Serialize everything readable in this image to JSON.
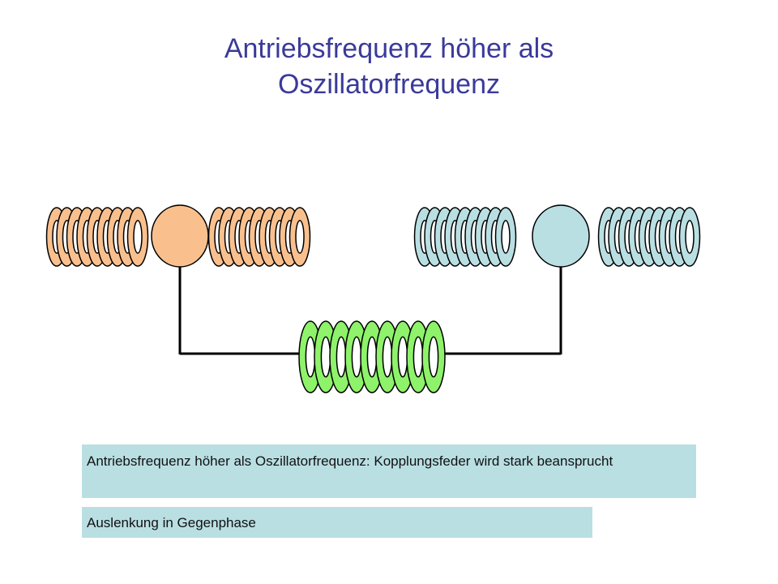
{
  "title": {
    "line1": "Antriebsfrequenz höher als",
    "line2": "Oszillatorfrequenz"
  },
  "notes": {
    "coupling": "Antriebsfrequenz höher als Oszillatorfrequenz: Kopplungsfeder wird stark beansprucht",
    "phase": "Auslenkung in Gegenphase"
  },
  "colors": {
    "title": "#3a3a9a",
    "oscillator_left": "#f9c08e",
    "oscillator_right": "#b9dfe3",
    "coupling_spring": "#8ef26a",
    "note_background": "#b9dfe3"
  }
}
